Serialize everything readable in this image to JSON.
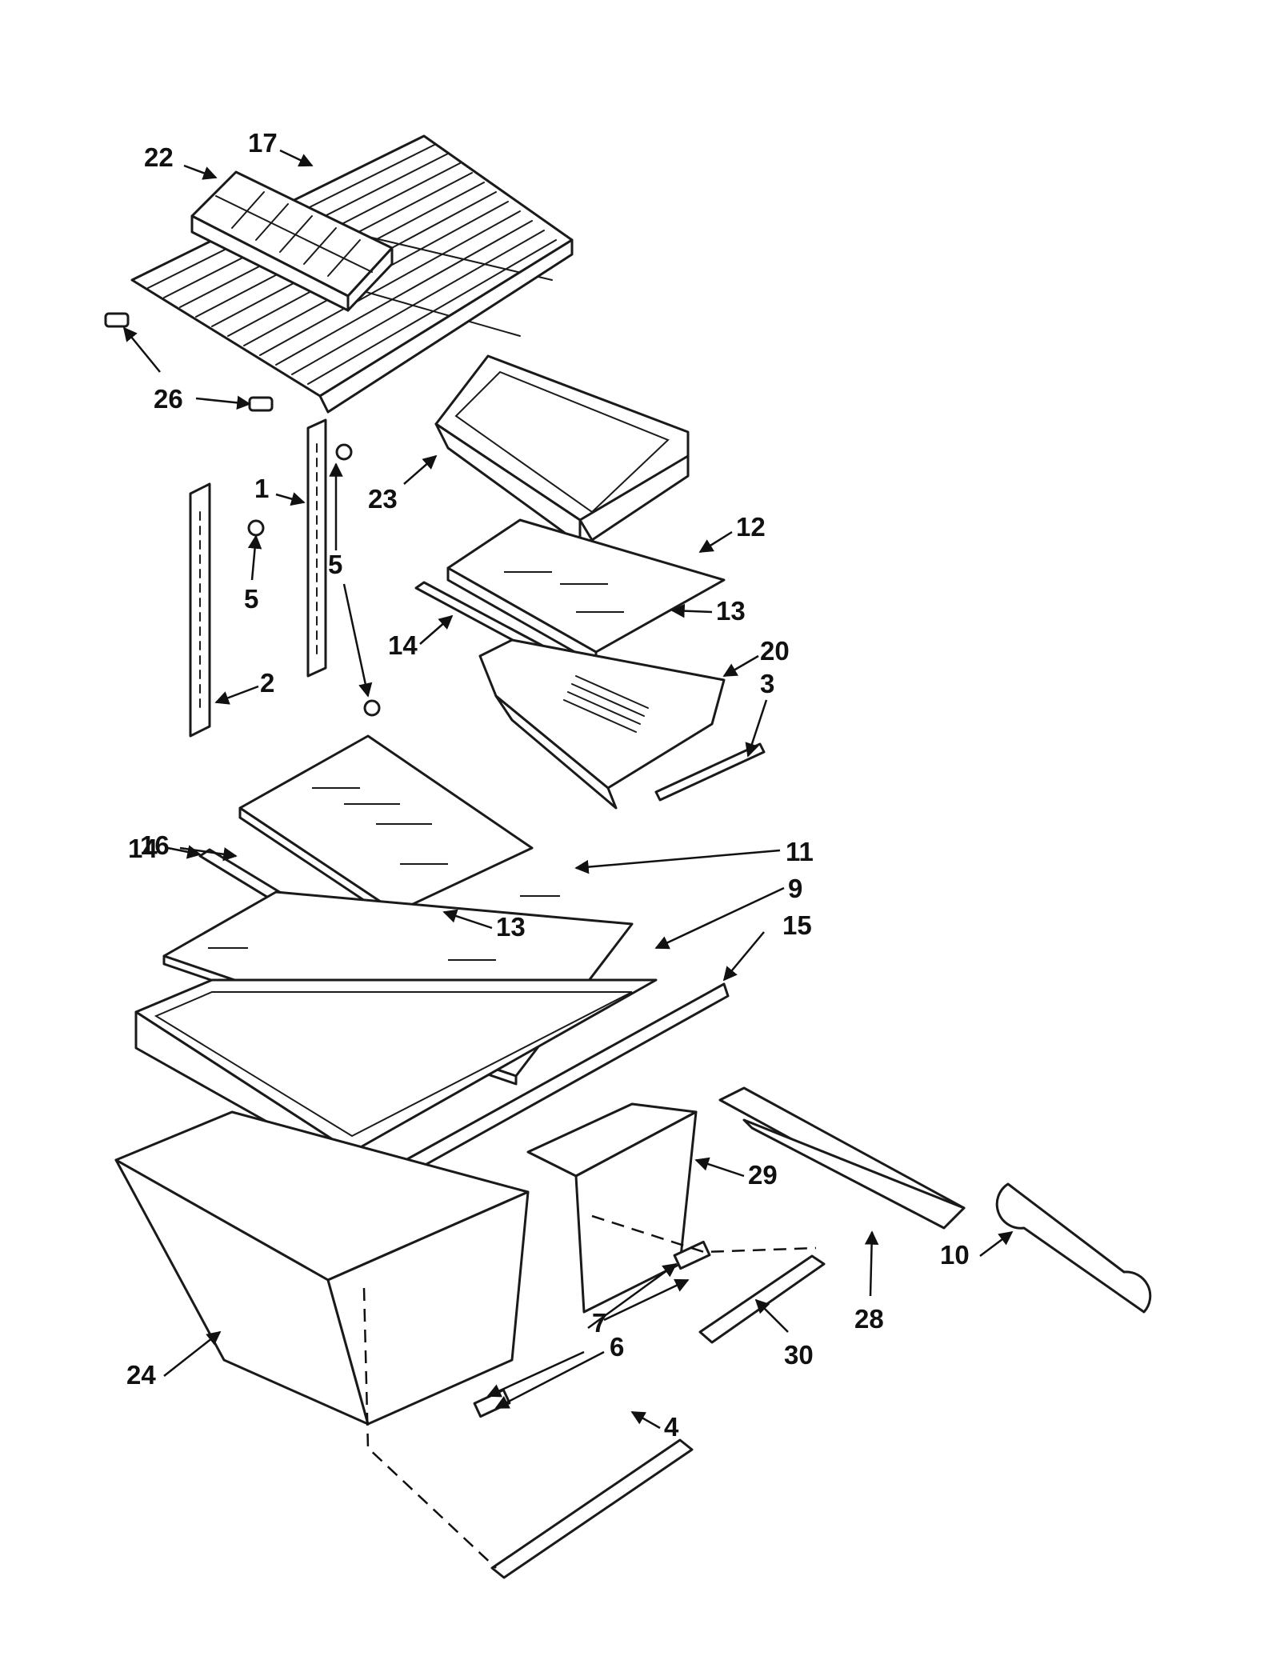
{
  "callouts": [
    {
      "id": "c22",
      "text": "22"
    },
    {
      "id": "c17",
      "text": "17"
    },
    {
      "id": "c26",
      "text": "26"
    },
    {
      "id": "c1",
      "text": "1"
    },
    {
      "id": "c5a",
      "text": "5"
    },
    {
      "id": "c5b",
      "text": "5"
    },
    {
      "id": "c2",
      "text": "2"
    },
    {
      "id": "c23",
      "text": "23"
    },
    {
      "id": "c12",
      "text": "12"
    },
    {
      "id": "c13a",
      "text": "13"
    },
    {
      "id": "c14a",
      "text": "14"
    },
    {
      "id": "c20",
      "text": "20"
    },
    {
      "id": "c3",
      "text": "3"
    },
    {
      "id": "c16",
      "text": "16"
    },
    {
      "id": "c14b",
      "text": "14"
    },
    {
      "id": "c11",
      "text": "11"
    },
    {
      "id": "c13b",
      "text": "13"
    },
    {
      "id": "c9",
      "text": "9"
    },
    {
      "id": "c15",
      "text": "15"
    },
    {
      "id": "c29",
      "text": "29"
    },
    {
      "id": "c10",
      "text": "10"
    },
    {
      "id": "c28",
      "text": "28"
    },
    {
      "id": "c7",
      "text": "7"
    },
    {
      "id": "c6",
      "text": "6"
    },
    {
      "id": "c30",
      "text": "30"
    },
    {
      "id": "c24",
      "text": "24"
    },
    {
      "id": "c4",
      "text": "4"
    }
  ]
}
